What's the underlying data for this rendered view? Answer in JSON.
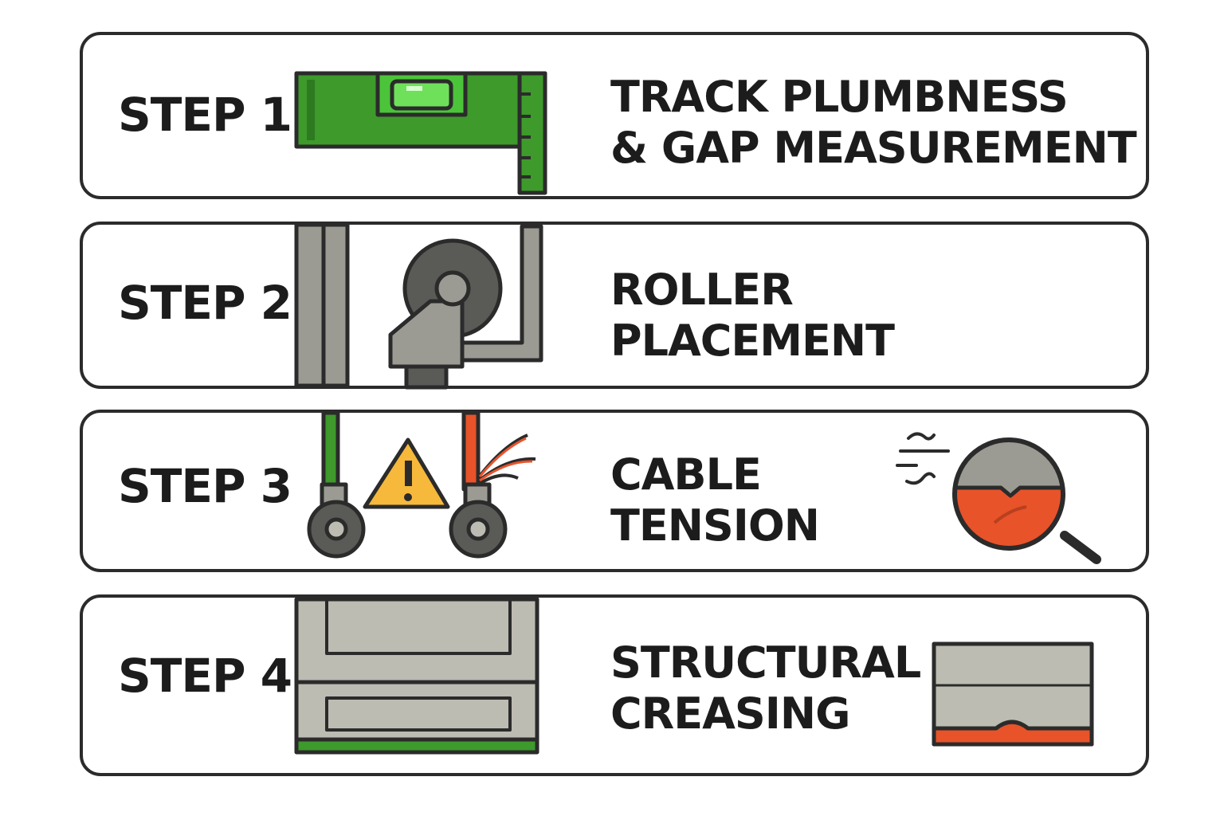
{
  "steps": [
    {
      "label": "STEP 1",
      "title_lines": [
        "TRACK PLUMBNESS",
        "& GAP MEASUREMENT"
      ],
      "icons": [
        "spirit-level-icon",
        "ruler-icon"
      ]
    },
    {
      "label": "STEP 2",
      "title_lines": [
        "ROLLER",
        "PLACEMENT"
      ],
      "icons": [
        "roller-bracket-icon",
        "track-rail-icon"
      ]
    },
    {
      "label": "STEP 3",
      "title_lines": [
        "CABLE",
        "TENSION"
      ],
      "icons": [
        "cable-roller-icon",
        "warning-icon",
        "frayed-cable-icon",
        "magnifier-icon"
      ]
    },
    {
      "label": "STEP 4",
      "title_lines": [
        "STRUCTURAL",
        "CREASING"
      ],
      "icons": [
        "door-panels-icon",
        "creased-panel-icon"
      ]
    }
  ],
  "colors": {
    "green": "#3d9a2b",
    "bright_green": "#4cc43a",
    "gray": "#9c9b93",
    "light_gray": "#bdbcb2",
    "dark_gray": "#5a5a57",
    "orange": "#e8532a",
    "yellow": "#f6b93b",
    "outline": "#2b2b2b"
  }
}
